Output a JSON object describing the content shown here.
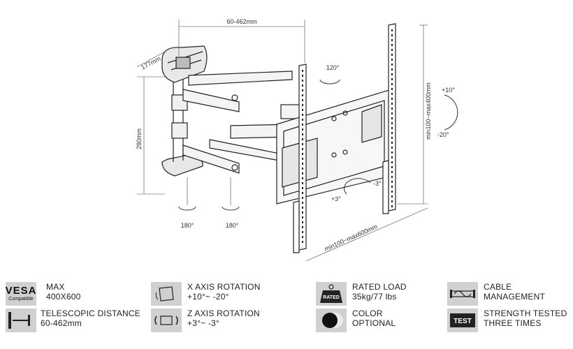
{
  "diagram": {
    "dimensions": {
      "arm_extension": "60-462mm",
      "depth": "177mm",
      "height": "280mm",
      "plate_width": "min100~max600mm",
      "plate_height": "min100~max400mm"
    },
    "rotations": {
      "swivel": "120°",
      "tilt_up": "+10°",
      "tilt_down": "-20°",
      "level_plus": "+3°",
      "level_minus": "-3°",
      "joint_left": "180°",
      "joint_right": "180°"
    }
  },
  "legend": {
    "vesa": {
      "badge": "VESA",
      "badge_sub": "Compatible",
      "line1": "MAX",
      "line2": "400X600",
      "icon": "vesa-badge"
    },
    "telescopic": {
      "line1": "TELESCOPIC DISTANCE",
      "line2": "60-462mm",
      "icon": "telescopic-icon"
    },
    "x_axis": {
      "line1": "X AXIS ROTATION",
      "line2": "+10°~ -20°",
      "icon": "tilt-icon"
    },
    "z_axis": {
      "line1": "Z AXIS ROTATION",
      "line2": "+3°~ -3°",
      "icon": "level-icon"
    },
    "rated_load": {
      "badge": "RATED",
      "line1": "RATED LOAD",
      "line2": "35kg/77 lbs",
      "icon": "weight-icon"
    },
    "color": {
      "line1": "COLOR",
      "line2": "OPTIONAL",
      "icon": "color-icon"
    },
    "cable": {
      "line1": "CABLE",
      "line2": "MANAGEMENT",
      "icon": "cable-icon"
    },
    "strength": {
      "badge": "TEST",
      "line1": "STRENGTH TESTED",
      "line2": "THREE TIMES",
      "icon": "test-icon"
    }
  }
}
